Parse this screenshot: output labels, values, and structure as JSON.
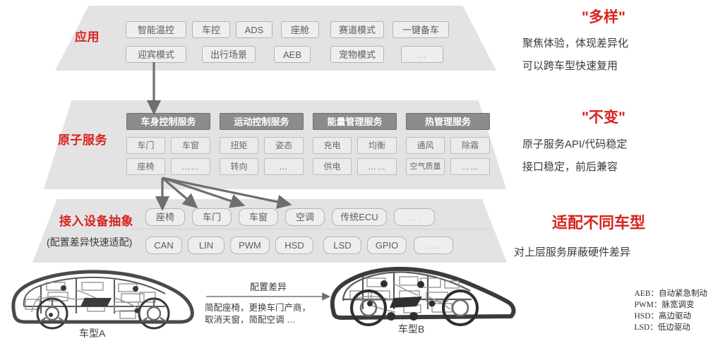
{
  "layers": {
    "application": {
      "title": "应用",
      "row1": [
        "智能温控",
        "车控",
        "ADS",
        "座舱",
        "赛道模式",
        "一键备车"
      ],
      "row2": [
        "迎宾模式",
        "出行场景",
        "AEB",
        "宠物模式",
        "…"
      ]
    },
    "atomic": {
      "title": "原子服务",
      "groups": [
        {
          "header": "车身控制服务",
          "items": [
            "车门",
            "车窗",
            "座椅",
            "……"
          ]
        },
        {
          "header": "运动控制服务",
          "items": [
            "扭矩",
            "姿态",
            "转向",
            "…"
          ]
        },
        {
          "header": "能量管理服务",
          "items": [
            "充电",
            "均衡",
            "供电",
            "……"
          ]
        },
        {
          "header": "热管理服务",
          "items": [
            "通风",
            "除霜",
            "空气质量",
            "……"
          ]
        }
      ]
    },
    "device_abstraction": {
      "title": "接入设备抽象",
      "subtitle": "(配置差异快速适配)",
      "row1": [
        "座椅",
        "车门",
        "车窗",
        "空调",
        "传统ECU",
        "…."
      ],
      "row2": [
        "CAN",
        "LIN",
        "PWM",
        "HSD",
        "LSD",
        "GPIO",
        "…."
      ]
    }
  },
  "annotations": [
    {
      "title": "\"多样\"",
      "lines": [
        "聚焦体验，体现差异化",
        "可以跨车型快速复用"
      ]
    },
    {
      "title": "\"不变\"",
      "lines": [
        "原子服务API/代码稳定",
        "接口稳定，前后兼容"
      ]
    },
    {
      "title": "适配不同车型",
      "lines": [
        "对上层服务屏蔽硬件差异"
      ]
    }
  ],
  "cars": {
    "left_label": "车型A",
    "right_label": "车型B",
    "diff_title": "配置差异",
    "diff_body_line1": "简配座椅，更换车门产商，",
    "diff_body_line2": "取消天窗，简配空调 …"
  },
  "legend": [
    "AEB：自动紧急制动",
    "PWM：脉宽调变",
    "HSD：高边驱动",
    "LSD：低边驱动"
  ],
  "colors": {
    "accent_red": "#d9231f",
    "layer_fill": "#e3e3e3",
    "chip_header": "#8c8c8c",
    "arrow": "#6e6e6e"
  }
}
